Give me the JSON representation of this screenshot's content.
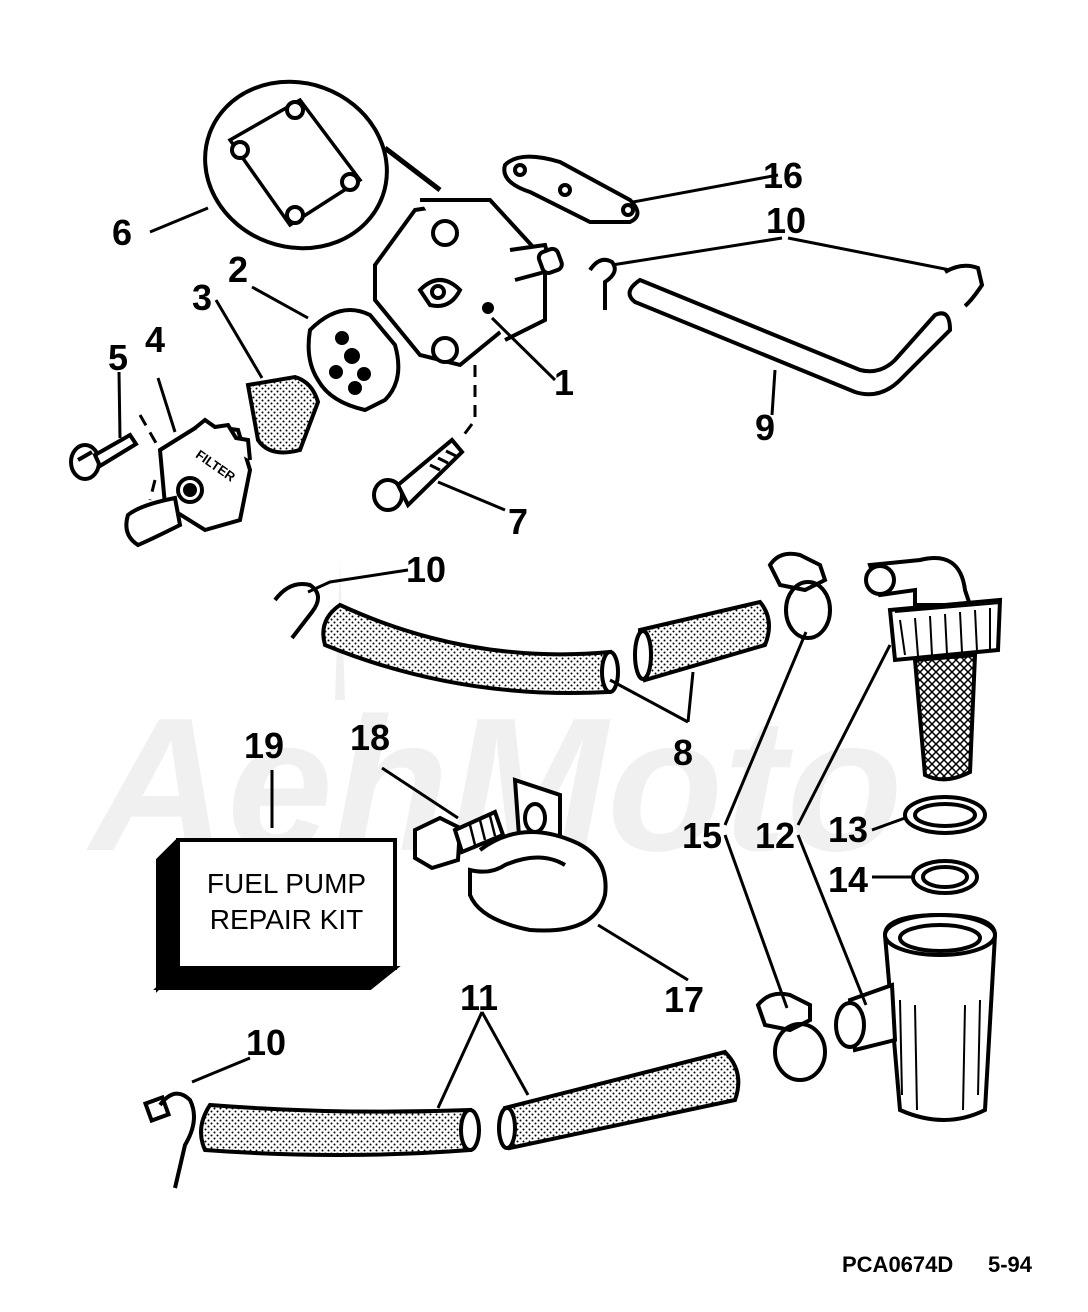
{
  "watermark": "AehMoto",
  "parts": {
    "p1": "1",
    "p2": "2",
    "p3": "3",
    "p4": "4",
    "p5": "5",
    "p6": "6",
    "p7": "7",
    "p8": "8",
    "p9": "9",
    "p10_top": "10",
    "p10_mid": "10",
    "p10_bottom": "10",
    "p11": "11",
    "p12": "12",
    "p13": "13",
    "p14": "14",
    "p15": "15",
    "p16": "16",
    "p17": "17",
    "p18": "18",
    "p19": "19"
  },
  "filter_cover_text": "FILTER",
  "repair_kit": {
    "line1": "FUEL PUMP",
    "line2": "REPAIR KIT"
  },
  "footer": {
    "code": "PCA0674D",
    "date": "5-94"
  }
}
